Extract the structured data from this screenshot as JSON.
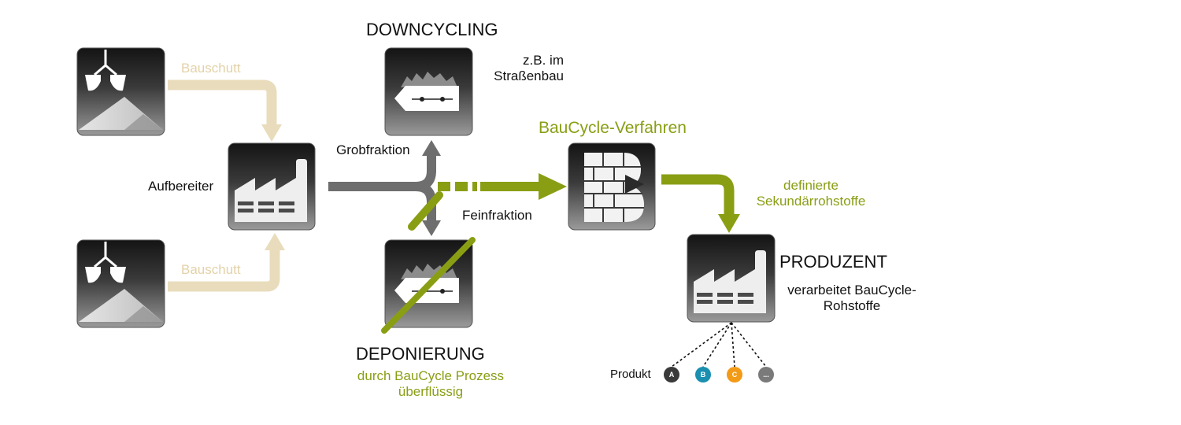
{
  "labels": {
    "bauschutt_top": "Bauschutt",
    "bauschutt_bottom": "Bauschutt",
    "aufbereiter": "Aufbereiter",
    "downcycling": "DOWNCYCLING",
    "zb_line1": "z.B. im",
    "zb_line2": "Straßenbau",
    "grobfraktion": "Grobfraktion",
    "feinfraktion": "Feinfraktion",
    "baucycle_verfahren": "BauCycle-Verfahren",
    "definierte_line1": "definierte",
    "definierte_line2": "Sekundärrohstoffe",
    "produzent": "PRODUZENT",
    "verarbeitet_line1": "verarbeitet BauCycle-",
    "verarbeitet_line2": "Rohstoffe",
    "deponierung": "DEPONIERUNG",
    "durch_line1": "durch BauCycle Prozess",
    "durch_line2": "überflüssig",
    "produkt": "Produkt"
  },
  "products": [
    {
      "label": "A",
      "color": "#3a3a3a"
    },
    {
      "label": "B",
      "color": "#1b8fb0"
    },
    {
      "label": "C",
      "color": "#f39a17"
    },
    {
      "label": "...",
      "color": "#7a7a7a"
    }
  ],
  "colors": {
    "beige_flow": "#e8dcbc",
    "gray_flow": "#6e6e6e",
    "green_flow": "#8a9e14",
    "tile_dark": "#1e1e1e",
    "tile_light": "#d0d0d0"
  },
  "icons": [
    "excavator-pile-icon",
    "factory-icon",
    "dumpster-icon",
    "baucycle-b-logo-icon"
  ]
}
